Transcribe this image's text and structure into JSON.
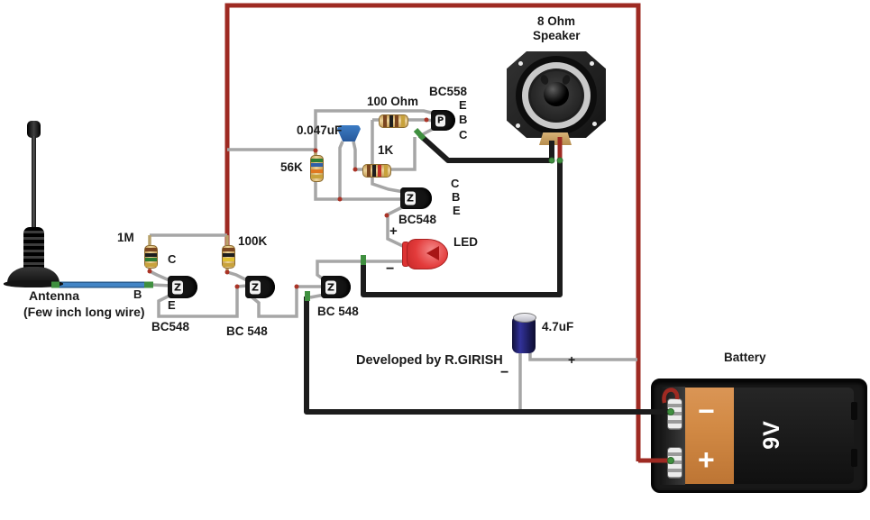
{
  "colors": {
    "wire_positive": "#9e2a22",
    "wire_ground": "#1c1c1c",
    "wire_signal": "#a6a6a6",
    "wire_blue": "#4285c6",
    "wire_yellow": "#dfc22e",
    "green": "#3f8f3f",
    "junction": "#aa3326",
    "resistor_body": "#dfbd7a",
    "led_red": "#e33b3b",
    "battery_orange": "#d28a45",
    "cap_blue": "#2f6cb5",
    "cap_navy": "#1e2060"
  },
  "antenna": {
    "label": "Antenna",
    "sublabel": "(Few inch long wire)",
    "pin_b": "B"
  },
  "rf_stage": {
    "r_1m": "1M",
    "r_100k": "100K",
    "t1": {
      "name": "BC548",
      "glyph": "Z",
      "pin_c": "C",
      "pin_e": "E"
    },
    "t2": {
      "name": "BC 548",
      "glyph": "Z"
    },
    "t3": {
      "name": "BC 548",
      "glyph": "Z"
    }
  },
  "amp_stage": {
    "r_56k": "56K",
    "c_coupling": "0.047uF",
    "r_100ohm": "100 Ohm",
    "r_1k": "1K",
    "t4": {
      "name": "BC548",
      "glyph": "Z",
      "pin_c": "C",
      "pin_b": "B",
      "pin_e": "E"
    },
    "t5": {
      "name": "BC558",
      "glyph": "P",
      "pin_e": "E",
      "pin_b": "B",
      "pin_c": "C"
    },
    "led": {
      "label": "LED",
      "plus": "+",
      "minus": "−"
    }
  },
  "output_stage": {
    "speaker_line1": "8 Ohm",
    "speaker_line2": "Speaker",
    "c_filter": {
      "label": "4.7uF",
      "plus": "+",
      "minus": "−"
    },
    "battery": {
      "label": "Battery",
      "minus": "−",
      "plus": "+",
      "voltage": "9V"
    }
  },
  "credit": "Developed by R.GIRISH"
}
